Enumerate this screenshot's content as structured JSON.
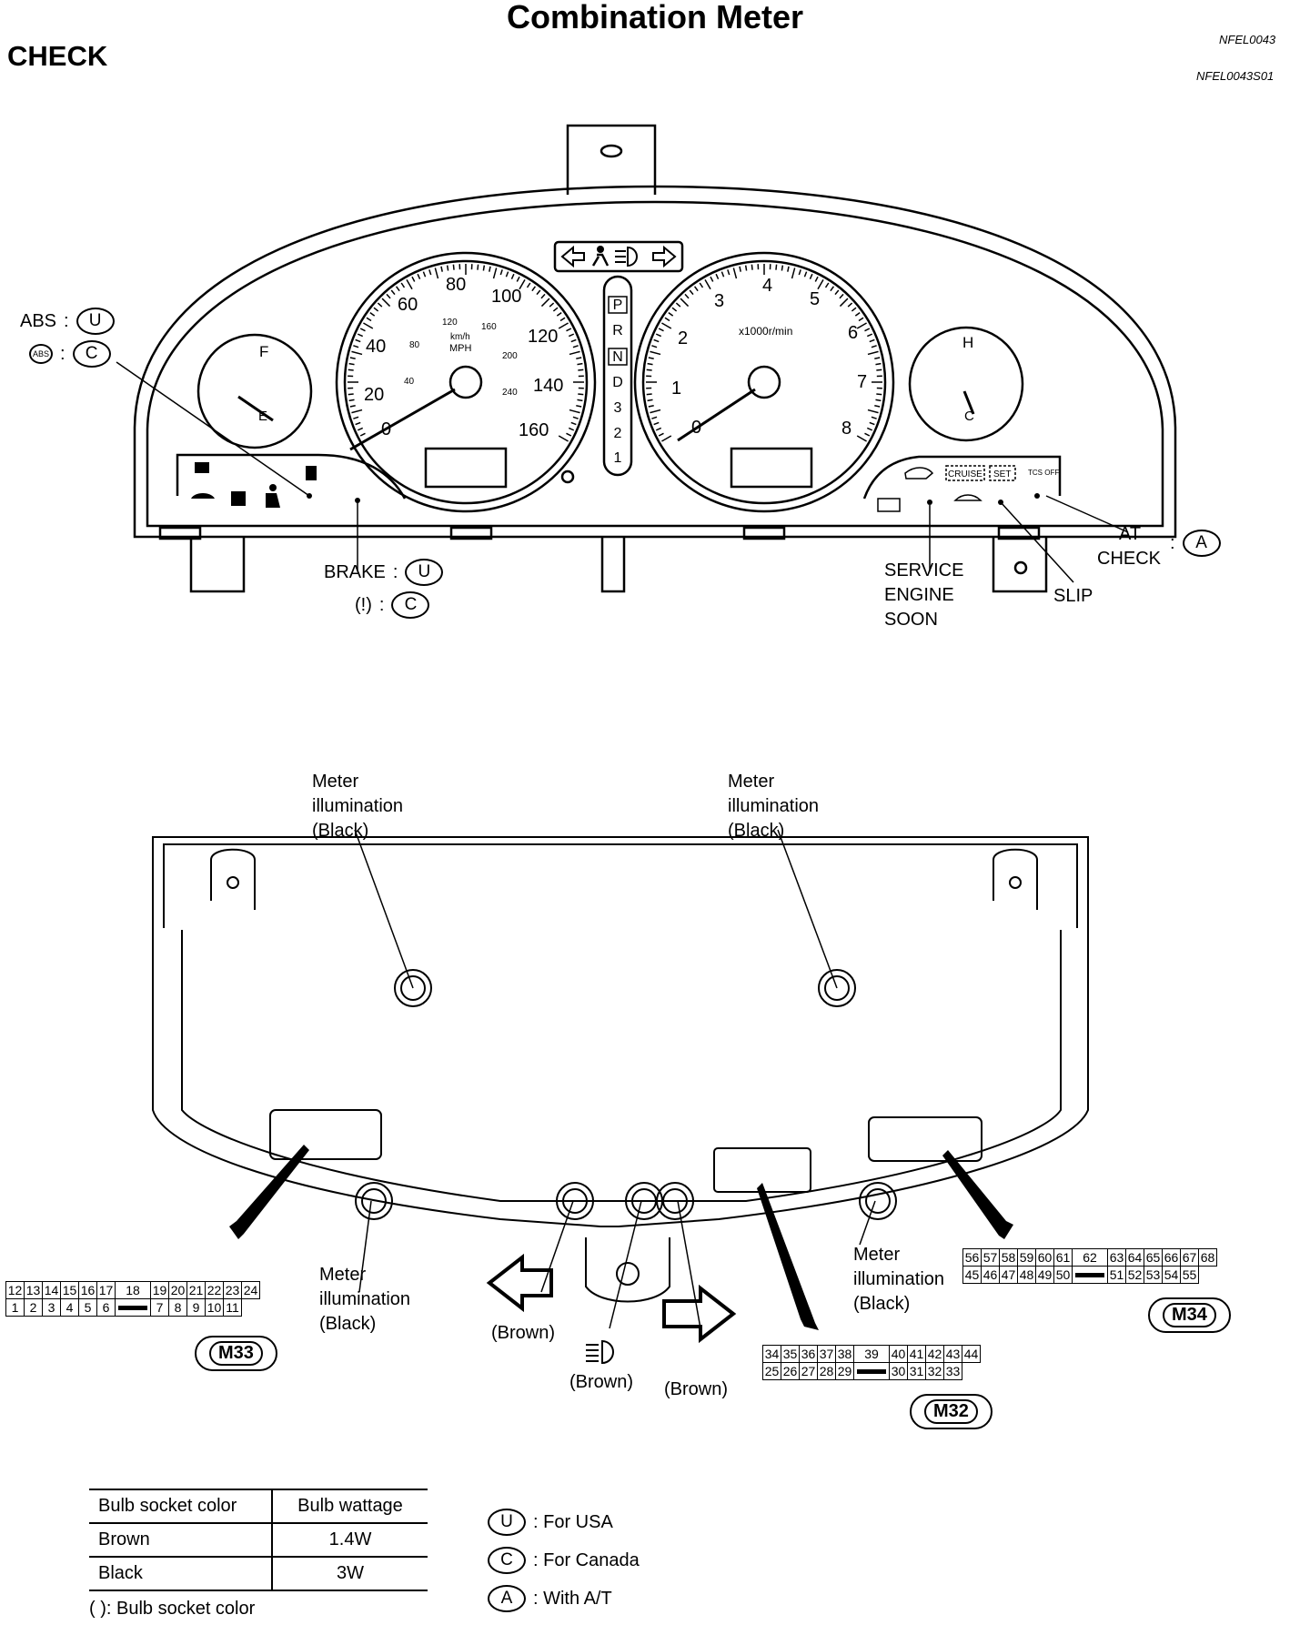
{
  "header": {
    "title": "Combination Meter",
    "section": "CHECK",
    "code1": "NFEL0043",
    "code2": "NFEL0043S01"
  },
  "front_view": {
    "abs_label": "ABS",
    "abs_icon_text": "ABS",
    "brake_label": "BRAKE",
    "brake_icon_text": "(!)",
    "service_engine_soon": [
      "SERVICE",
      "ENGINE",
      "SOON"
    ],
    "slip_label": "SLIP",
    "at_check": [
      "AT",
      "CHECK"
    ],
    "speedo_ticks": [
      "0",
      "20",
      "40",
      "60",
      "80",
      "100",
      "120",
      "140",
      "160"
    ],
    "speedo_kmh_ticks": [
      "40",
      "80",
      "120",
      "160",
      "200",
      "240"
    ],
    "speedo_units": [
      "km/h",
      "MPH"
    ],
    "tacho_ticks": [
      "0",
      "1",
      "2",
      "3",
      "4",
      "5",
      "6",
      "7",
      "8"
    ],
    "tacho_units": "x1000r/min",
    "shift_positions": [
      "P",
      "R",
      "N",
      "D",
      "3",
      "2",
      "1"
    ],
    "fuel": [
      "F",
      "E"
    ],
    "temp": [
      "H",
      "C"
    ],
    "indicator_text": [
      "CRUISE",
      "SET",
      "TCS OFF"
    ]
  },
  "rear_view": {
    "meter_illumination": [
      "Meter",
      "illumination",
      "(Black)"
    ],
    "brown": "(Brown)"
  },
  "connectors": {
    "m33": {
      "name": "M33",
      "top": [
        "12",
        "13",
        "14",
        "15",
        "16",
        "17",
        "18",
        "19",
        "20",
        "21",
        "22",
        "23",
        "24"
      ],
      "bottom": [
        "1",
        "2",
        "3",
        "4",
        "5",
        "6",
        "",
        "7",
        "8",
        "9",
        "10",
        "11"
      ]
    },
    "m32": {
      "name": "M32",
      "top": [
        "34",
        "35",
        "36",
        "37",
        "38",
        "39",
        "40",
        "41",
        "42",
        "43",
        "44"
      ],
      "bottom": [
        "25",
        "26",
        "27",
        "28",
        "29",
        "",
        "30",
        "31",
        "32",
        "33"
      ]
    },
    "m34": {
      "name": "M34",
      "top": [
        "56",
        "57",
        "58",
        "59",
        "60",
        "61",
        "62",
        "63",
        "64",
        "65",
        "66",
        "67",
        "68"
      ],
      "bottom": [
        "45",
        "46",
        "47",
        "48",
        "49",
        "50",
        "",
        "51",
        "52",
        "53",
        "54",
        "55"
      ]
    }
  },
  "legend": {
    "headers": [
      "Bulb socket color",
      "Bulb wattage"
    ],
    "rows": [
      [
        "Brown",
        "1.4W"
      ],
      [
        "Black",
        "3W"
      ]
    ],
    "note": "(   ): Bulb socket color",
    "keys": [
      [
        "U",
        ": For USA"
      ],
      [
        "C",
        ": For Canada"
      ],
      [
        "A",
        ": With A/T"
      ]
    ]
  }
}
